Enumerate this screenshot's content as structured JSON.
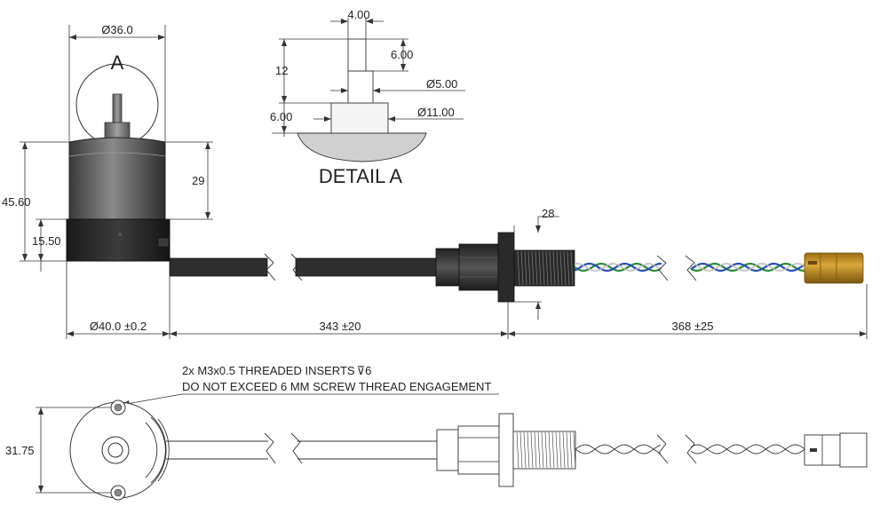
{
  "dimensions": {
    "top_diameter": "Ø36.0",
    "detail_label": "A",
    "overall_height": "45.60",
    "body_height": "29",
    "base_height": "15.50",
    "base_diameter": "Ø40.0 ±0.2",
    "cable_length_1": "343 ±20",
    "cable_length_2": "368 ±25",
    "gland_thread": "28"
  },
  "detail": {
    "title": "DETAIL A",
    "shaft_width": "4.00",
    "shaft_height": "12",
    "flat_height": "6.00",
    "shaft_diameter": "Ø5.00",
    "boss_height": "6.00",
    "boss_diameter": "Ø11.00"
  },
  "bottom_view": {
    "note_line_1": "2x M3x0.5 THREADED INSERTS",
    "note_depth": "6",
    "note_line_2": "DO NOT EXCEED 6 MM SCREW THREAD ENGAGEMENT",
    "mount_spacing": "31.75"
  },
  "colors": {
    "body_dark": "#2a2a2a",
    "body_mid": "#5a5a5a",
    "cable": "#3a3a3a",
    "connector_gold": "#c8952a",
    "wire_green": "#2e8b3a",
    "wire_blue": "#2a4fb0",
    "wire_white": "#e8e8e8"
  }
}
